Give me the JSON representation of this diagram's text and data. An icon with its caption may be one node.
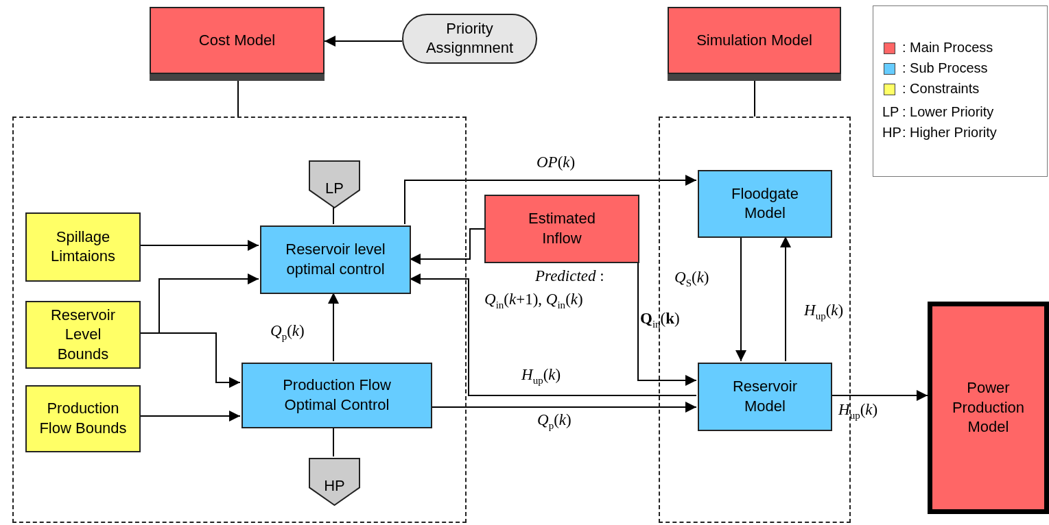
{
  "diagram": {
    "nodes": [
      {
        "text": [
          "Cost Model"
        ]
      },
      {
        "text": [
          "Priority Assignmnent"
        ]
      },
      {
        "text": [
          "Simulation Model"
        ]
      },
      {
        "text": [],
        "shape": "box"
      },
      {
        "text": [],
        "shape": "box"
      },
      {
        "text": [
          "Spillage Limtaions"
        ],
        "in": 3
      },
      {
        "text": [
          "Reservoir Level Bounds"
        ],
        "in": 3
      },
      {
        "text": [
          "Production Flow Bounds"
        ],
        "in": 3
      },
      {
        "text": [
          "LP"
        ],
        "in": 3
      },
      {
        "text": [
          "Reservoir level optimal control"
        ],
        "in": 3
      },
      {
        "text": [
          "Production Flow Optimal Control"
        ],
        "in": 3
      },
      {
        "text": [
          "HP"
        ],
        "in": 3
      },
      {
        "text": [
          "Estimated Inflow"
        ],
        "beside": [
          "*Predicted* :",
          "*Q*$_{in}$(*k*+1), *Q*$_{in}$(*k*)"
        ]
      },
      {
        "text": [
          "Floodgate Model"
        ],
        "in": 4
      },
      {
        "text": [
          "Reservoir Model"
        ],
        "in": 4
      },
      {
        "text": [
          "Power Production Model"
        ]
      }
    ],
    "edges": [
      {
        "from": 1,
        "to": 0,
        "arrow": "to"
      },
      {
        "from": 0,
        "to": 3,
        "arrow": "none"
      },
      {
        "from": 2,
        "to": 4,
        "arrow": "none"
      },
      {
        "from": 8,
        "to": 9,
        "arrow": "none"
      },
      {
        "from": 11,
        "to": 10,
        "arrow": "none"
      },
      {
        "from": 5,
        "to": 9,
        "arrow": "to"
      },
      {
        "from": 6,
        "to": 9,
        "arrow": "to"
      },
      {
        "from": 6,
        "to": 10,
        "arrow": "to"
      },
      {
        "from": 7,
        "to": 10,
        "arrow": "to"
      },
      {
        "from": 10,
        "to": 9,
        "arrow": "to",
        "label": "*Q*$_{p}$(*k*)"
      },
      {
        "from": 12,
        "to": 9,
        "arrow": "to"
      },
      {
        "from": 9,
        "to": 13,
        "arrow": "to",
        "label": "*OP*(*k*)"
      },
      {
        "from": 12,
        "to": 14,
        "arrow": "to",
        "label": "**Q**$_{in}$(**k**)"
      },
      {
        "from": 14,
        "to": 9,
        "arrow": "to",
        "label": "*H*$_{up}$(*k*)"
      },
      {
        "from": 10,
        "to": 14,
        "arrow": "to",
        "label": "*Q*$_{p}$(*k*)"
      },
      {
        "from": 13,
        "to": 14,
        "arrow": "to",
        "label": "*Q*$_{S}$(*k*)"
      },
      {
        "from": 14,
        "to": 13,
        "arrow": "to",
        "label": "*H*$_{up}$(*k*)"
      },
      {
        "from": 14,
        "to": 15,
        "arrow": "to",
        "label": "*H*$_{up}$(*k*)"
      }
    ],
    "labels": [
      "LP",
      ": Lower Priority",
      "HP",
      ": Higher Priority"
    ],
    "legend": [
      {
        "text": ": Main Process",
        "color": "#ff6666"
      },
      {
        "text": ": Sub Process",
        "color": "#66ccff"
      },
      {
        "text": ": Constraints",
        "color": "#ffff66"
      }
    ]
  }
}
